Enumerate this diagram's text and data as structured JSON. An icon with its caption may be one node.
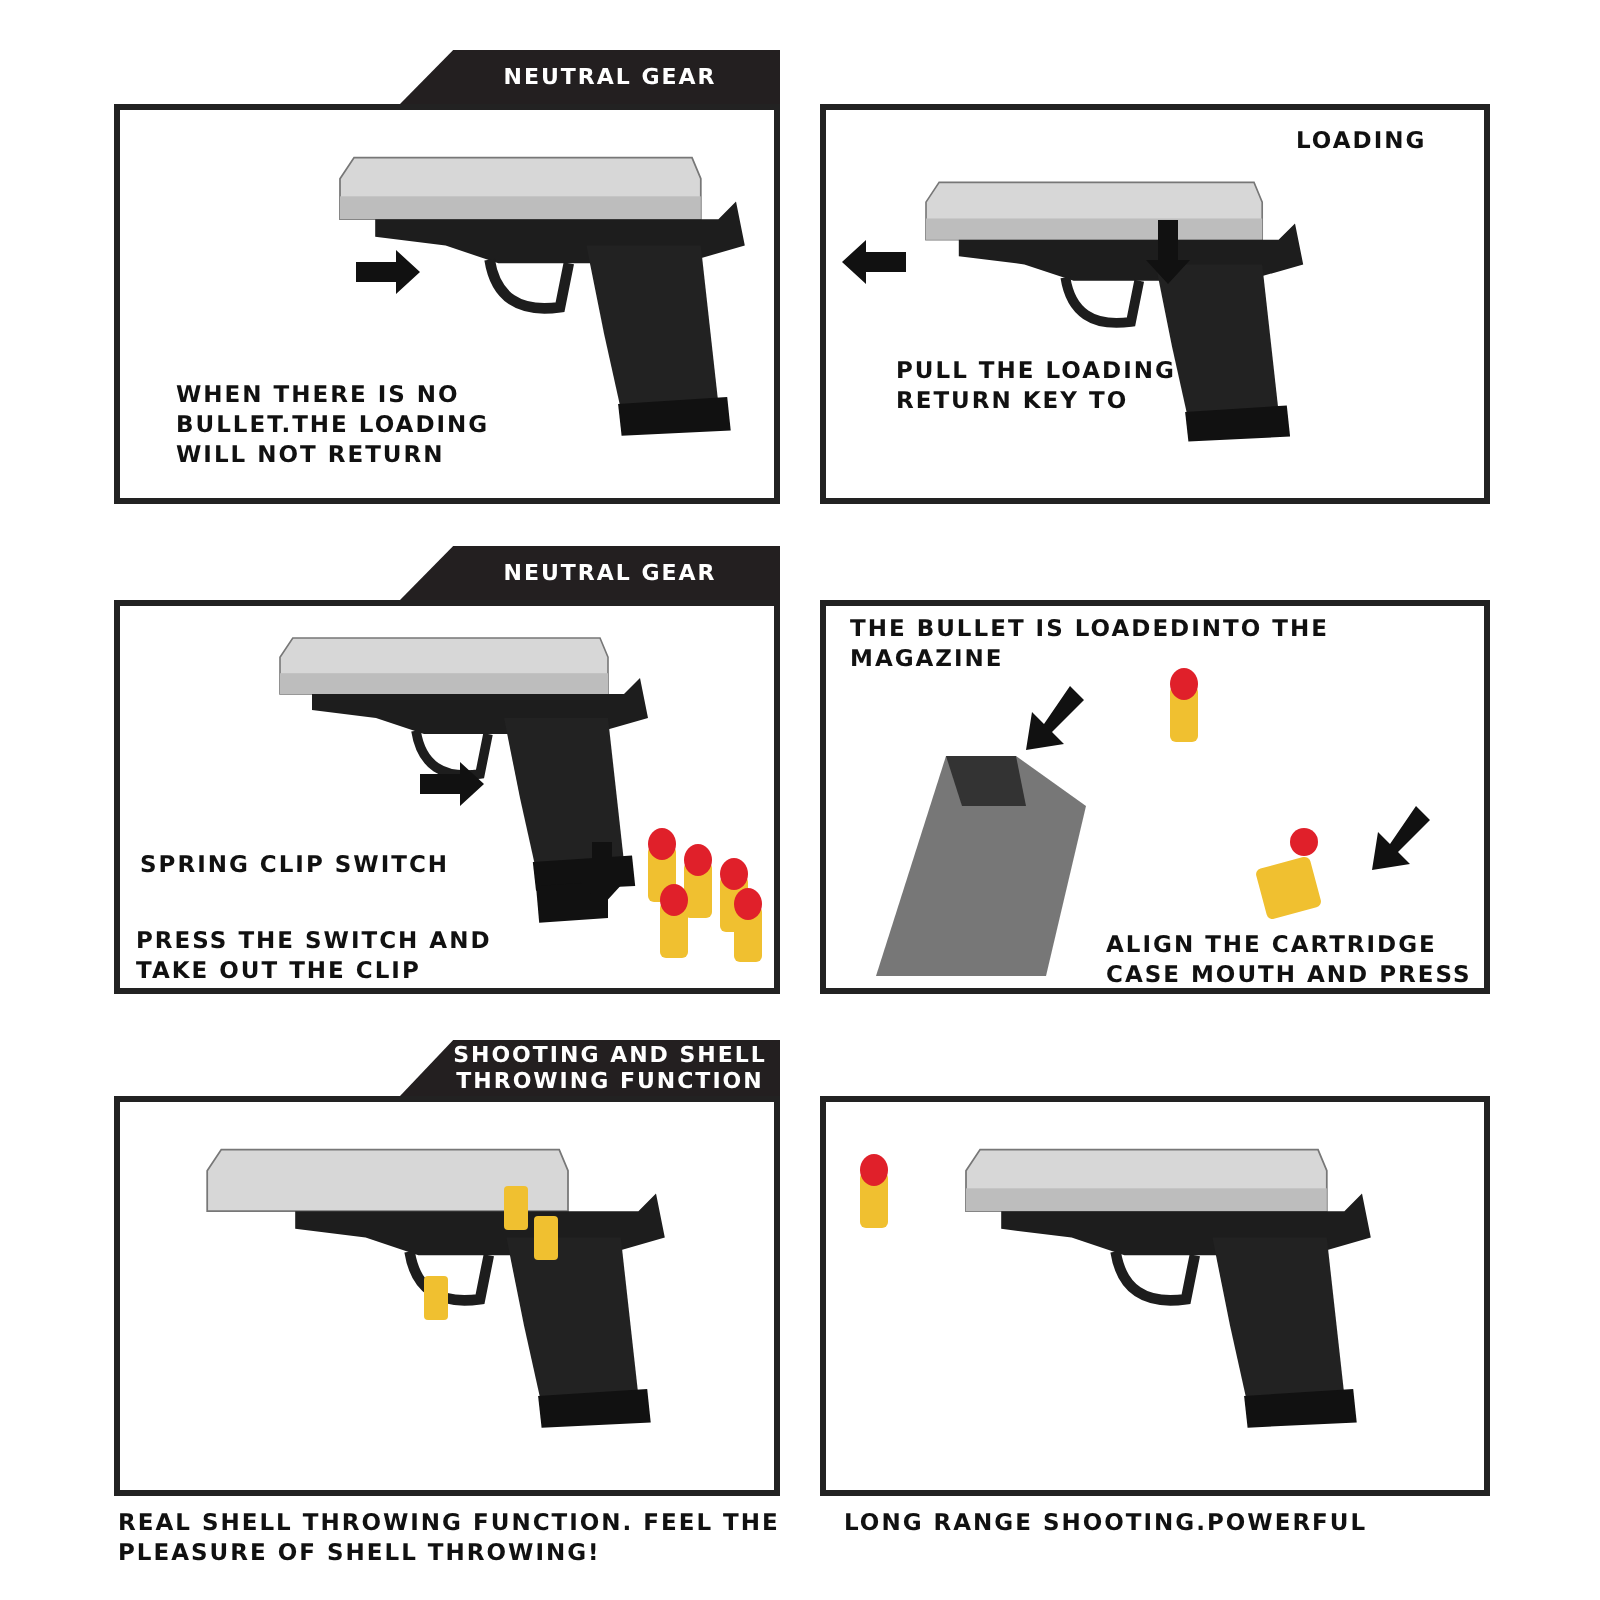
{
  "diagram": {
    "nodes": [
      {
        "text": [
          "NEUTRAL GEAR"
        ]
      },
      {
        "text": [
          "WHEN THERE IS NO BULLET.THE LOADING WILL NOT RETURN"
        ]
      },
      {
        "text": [
          "LOADING",
          "PULL THE LOADING RETURN KEY TO"
        ]
      },
      {
        "text": [
          "NEUTRAL GEAR"
        ]
      },
      {
        "text": [
          "SPRING CLIP SWITCH",
          "PRESS THE SWITCH AND TAKE OUT THE CLIP"
        ]
      },
      {
        "text": [
          "THE BULLET IS LOADEDINTO THE MAGAZINE",
          "ALIGN THE CARTRIDGE CASE MOUTH AND PRESS"
        ]
      },
      {
        "text": [
          "SHOOTING AND SHELL THROWING FUNCTION"
        ]
      },
      {
        "text": [
          "REAL SHELL THROWING FUNCTION. FEEL THE PLEASURE OF SHELL THROWING!"
        ]
      },
      {
        "text": [
          "LONG RANGE SHOOTING.POWERFUL"
        ]
      }
    ]
  }
}
